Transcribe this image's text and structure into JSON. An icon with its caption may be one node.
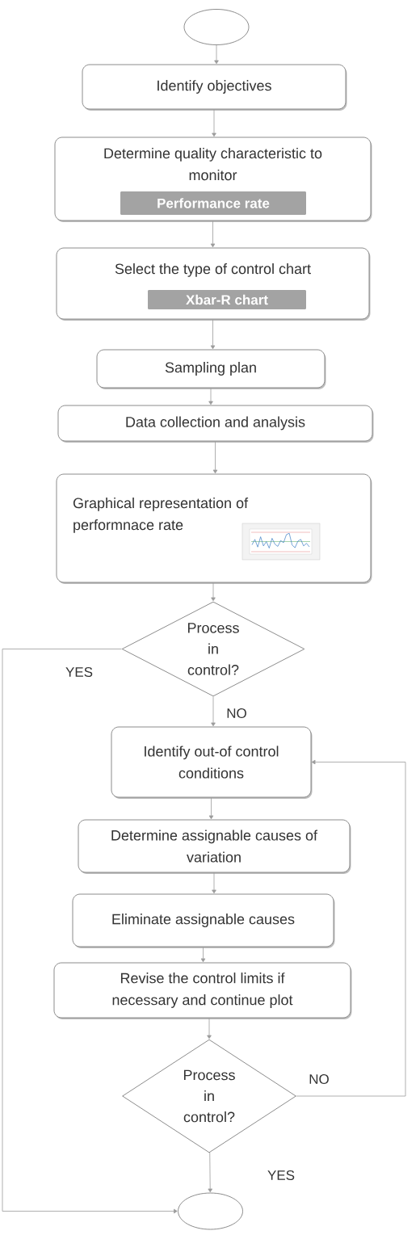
{
  "diagram": {
    "nodes": [
      {
        "text": [],
        "shape": "ellipse"
      },
      {
        "text": [
          "Identify objectives"
        ]
      },
      {
        "text": [
          "Determine quality characteristic to monitor"
        ]
      },
      {
        "text": [
          "Performance rate"
        ],
        "in": 2
      },
      {
        "text": [
          "Select the type of control chart"
        ]
      },
      {
        "text": [
          "Xbar-R chart"
        ],
        "in": 4
      },
      {
        "text": [
          "Sampling plan"
        ]
      },
      {
        "text": [
          "Data collection and analysis"
        ]
      },
      {
        "text": [
          "Graphical representation of performnace rate"
        ]
      },
      {
        "text": [
          "Process in control?"
        ]
      },
      {
        "text": [
          "Identify out-of control conditions"
        ]
      },
      {
        "text": [
          "Determine assignable causes of variation"
        ]
      },
      {
        "text": [
          "Eliminate assignable causes"
        ]
      },
      {
        "text": [
          "Revise the control limits if necessary and continue plot"
        ]
      },
      {
        "text": [
          "Process in control?"
        ]
      },
      {
        "text": [],
        "shape": "ellipse"
      }
    ],
    "edges": [
      {
        "from": 0,
        "to": 1,
        "arrow": "to"
      },
      {
        "from": 1,
        "to": 2,
        "arrow": "to"
      },
      {
        "from": 2,
        "to": 4,
        "arrow": "to"
      },
      {
        "from": 4,
        "to": 6,
        "arrow": "to"
      },
      {
        "from": 6,
        "to": 7,
        "arrow": "to"
      },
      {
        "from": 7,
        "to": 8,
        "arrow": "to"
      },
      {
        "from": 8,
        "to": 9,
        "arrow": "to"
      },
      {
        "from": 9,
        "to": 10,
        "arrow": "to",
        "label": "NO"
      },
      {
        "from": 9,
        "to": 15,
        "arrow": "to",
        "label": "YES"
      },
      {
        "from": 10,
        "to": 11,
        "arrow": "to"
      },
      {
        "from": 11,
        "to": 12,
        "arrow": "to"
      },
      {
        "from": 12,
        "to": 13,
        "arrow": "to"
      },
      {
        "from": 13,
        "to": 14,
        "arrow": "to"
      },
      {
        "from": 14,
        "to": 15,
        "arrow": "to",
        "label": "YES"
      },
      {
        "from": 14,
        "to": 10,
        "arrow": "to",
        "label": "NO"
      }
    ]
  }
}
